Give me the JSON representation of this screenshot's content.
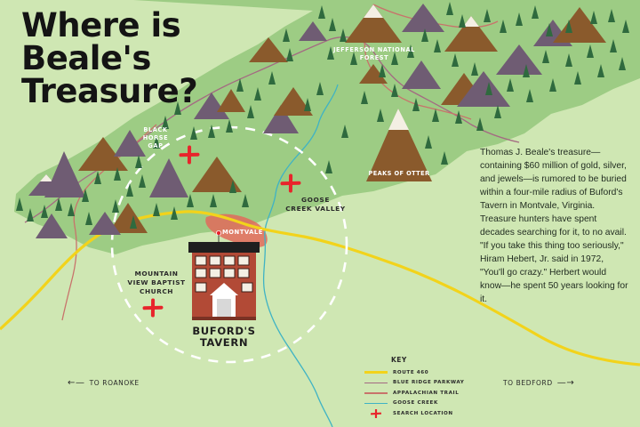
{
  "title": {
    "line1": "Where is",
    "line2": "Beale's",
    "line3": "Treasure?"
  },
  "description": "Thomas J. Beale's treasure—containing $60 million of gold, silver, and jewels—is rumored to be buried within a four-mile radius of Buford's Tavern in Montvale, Virginia. Treasure hunters have spent decades searching for it, to no avail. \"If you take this thing too seriously,\" Hiram Hebert, Jr. said in 1972, \"You'll go crazy.\" Herbert would know—he spent 50 years looking for it.",
  "labels": {
    "jefferson_1": "JEFFERSON NATIONAL",
    "jefferson_2": "FOREST",
    "black_horse_1": "BLACK",
    "black_horse_2": "HORSE",
    "black_horse_3": "GAP",
    "peaks": "PEAKS OF OTTER",
    "goose_1": "GOOSE",
    "goose_2": "CREEK VALLEY",
    "montvale": "MONTVALE",
    "mvbc_1": "MOUNTAIN",
    "mvbc_2": "VIEW BAPTIST",
    "mvbc_3": "CHURCH",
    "buford_1": "BUFORD'S",
    "buford_2": "TAVERN"
  },
  "directions": {
    "roanoke": "TO ROANOKE",
    "bedford": "TO BEDFORD"
  },
  "key": {
    "title": "KEY",
    "items": [
      {
        "label": "ROUTE 460",
        "color": "#f2d31b",
        "kind": "line-thick"
      },
      {
        "label": "BLUE RIDGE PARKWAY",
        "color": "#a46a82",
        "kind": "line"
      },
      {
        "label": "APPALACHIAN TRAIL",
        "color": "#c8736b",
        "kind": "line"
      },
      {
        "label": "GOOSE CREEK",
        "color": "#3fb3c4",
        "kind": "line"
      },
      {
        "label": "SEARCH LOCATION",
        "color": "#e8242b",
        "kind": "x"
      }
    ]
  },
  "colors": {
    "land": "#cfe7b3",
    "forest": "#9dcc84",
    "route460": "#f2d31b",
    "parkway": "#a46a82",
    "trail": "#c8736b",
    "creek": "#3fb3c4",
    "search": "#e8242b",
    "tree": "#2f6a3e",
    "mountain_brown": "#8a5a2c",
    "mountain_purple": "#6f5c73",
    "brick": "#b24a36",
    "montvale_area": "#e26a5a"
  }
}
